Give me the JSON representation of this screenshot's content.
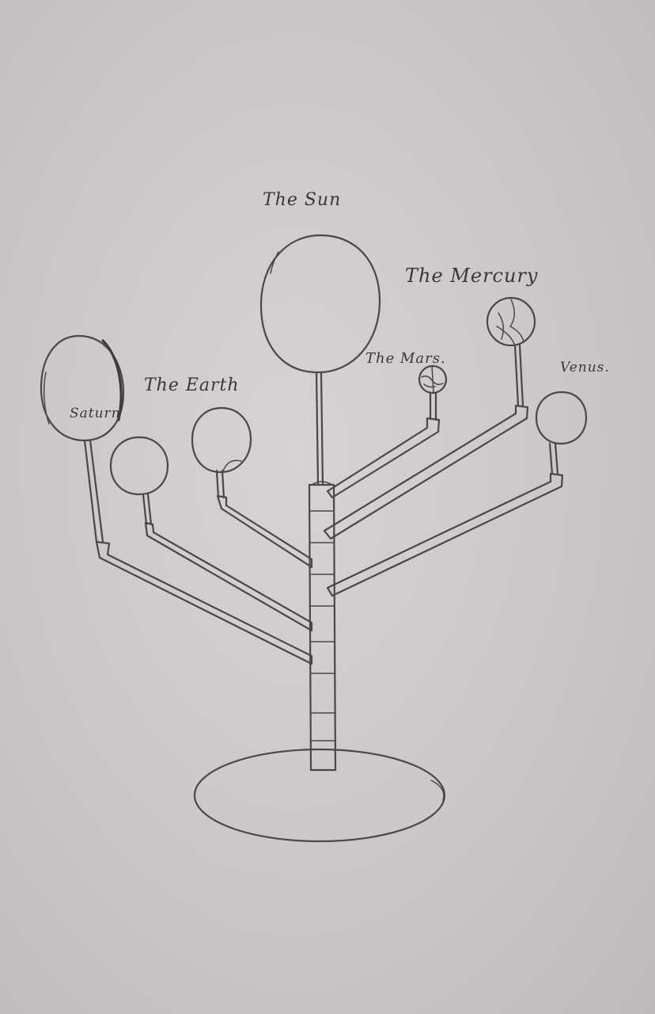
{
  "labels": {
    "sun": "The Sun",
    "mercury": "The Mercury",
    "mars": "The Mars.",
    "venus": "Venus.",
    "earth": "The Earth",
    "saturn": "Saturn"
  },
  "colors": {
    "paper": "#c9c6c7",
    "ink": "#4a4748"
  }
}
